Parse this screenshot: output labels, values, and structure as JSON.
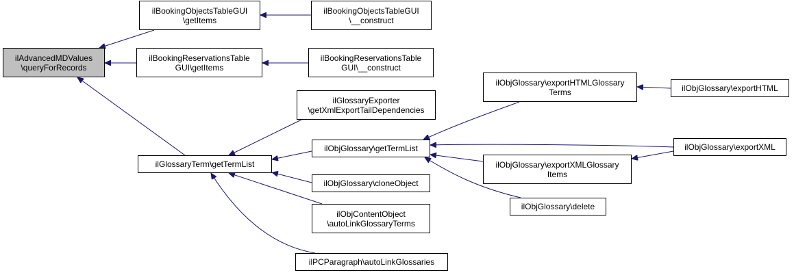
{
  "colors": {
    "edge": "#191970",
    "node_border": "#000000",
    "node_fill": "#ffffff",
    "highlight_fill": "#bfbfbf"
  },
  "nodes": [
    {
      "id": "n0",
      "lines": [
        "ilAdvancedMDValues",
        "\\queryForRecords"
      ],
      "highlight": true
    },
    {
      "id": "n1",
      "lines": [
        "ilBookingObjectsTableGUI",
        "\\getItems"
      ]
    },
    {
      "id": "n2",
      "lines": [
        "ilBookingObjectsTableGUI",
        "\\__construct"
      ]
    },
    {
      "id": "n3",
      "lines": [
        "ilBookingReservationsTable",
        "GUI\\getItems"
      ]
    },
    {
      "id": "n4",
      "lines": [
        "ilBookingReservationsTable",
        "GUI\\__construct"
      ]
    },
    {
      "id": "n5",
      "lines": [
        "ilGlossaryTerm\\getTermList"
      ]
    },
    {
      "id": "n6",
      "lines": [
        "ilGlossaryExporter",
        "\\getXmlExportTailDependencies"
      ]
    },
    {
      "id": "n7",
      "lines": [
        "ilObjGlossary\\getTermList"
      ]
    },
    {
      "id": "n8",
      "lines": [
        "ilObjGlossary\\cloneObject"
      ]
    },
    {
      "id": "n9",
      "lines": [
        "ilObjContentObject",
        "\\autoLinkGlossaryTerms"
      ]
    },
    {
      "id": "n10",
      "lines": [
        "ilPCParagraph\\autoLinkGlossaries"
      ]
    },
    {
      "id": "n11",
      "lines": [
        "ilObjGlossary\\exportHTMLGlossary",
        "Terms"
      ]
    },
    {
      "id": "n12",
      "lines": [
        "ilObjGlossary\\exportHTML"
      ]
    },
    {
      "id": "n13",
      "lines": [
        "ilObjGlossary\\exportXML"
      ]
    },
    {
      "id": "n14",
      "lines": [
        "ilObjGlossary\\exportXMLGlossary",
        "Items"
      ]
    },
    {
      "id": "n15",
      "lines": [
        "ilObjGlossary\\delete"
      ]
    }
  ],
  "edges": [
    {
      "from": "n1",
      "to": "n0"
    },
    {
      "from": "n3",
      "to": "n0"
    },
    {
      "from": "n5",
      "to": "n0"
    },
    {
      "from": "n2",
      "to": "n1"
    },
    {
      "from": "n4",
      "to": "n3"
    },
    {
      "from": "n6",
      "to": "n5"
    },
    {
      "from": "n7",
      "to": "n5"
    },
    {
      "from": "n8",
      "to": "n5"
    },
    {
      "from": "n9",
      "to": "n5"
    },
    {
      "from": "n10",
      "to": "n5"
    },
    {
      "from": "n11",
      "to": "n7"
    },
    {
      "from": "n13",
      "to": "n7"
    },
    {
      "from": "n14",
      "to": "n7"
    },
    {
      "from": "n15",
      "to": "n7"
    },
    {
      "from": "n12",
      "to": "n11"
    },
    {
      "from": "n13",
      "to": "n14"
    }
  ]
}
